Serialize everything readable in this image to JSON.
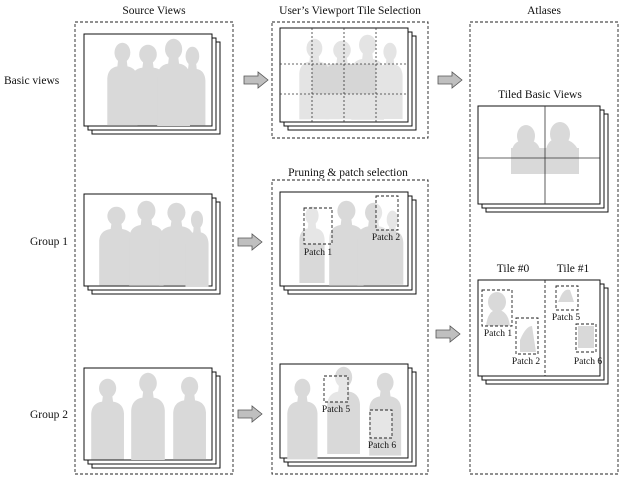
{
  "column_headers": {
    "source": "Source Views",
    "viewport": "User’s Viewport Tile Selection",
    "atlases": "Atlases"
  },
  "row_labels": {
    "basic": "Basic views",
    "group1": "Group 1",
    "group2": "Group 2"
  },
  "pruning_title": "Pruning & patch selection",
  "tiled_title": "Tiled Basic Views",
  "patches": {
    "p1": "Patch 1",
    "p2": "Patch 2",
    "p5": "Patch 5",
    "p6": "Patch 6"
  },
  "tiles": {
    "t0": "Tile #0",
    "t1": "Tile #1"
  },
  "atlas_patches": {
    "p1": "Patch 1",
    "p2": "Patch 2",
    "p5": "Patch 5",
    "p6": "Patch 6"
  },
  "colors": {
    "silhouette": "#d9d9d9",
    "arrow_fill": "#bfbfbf"
  }
}
